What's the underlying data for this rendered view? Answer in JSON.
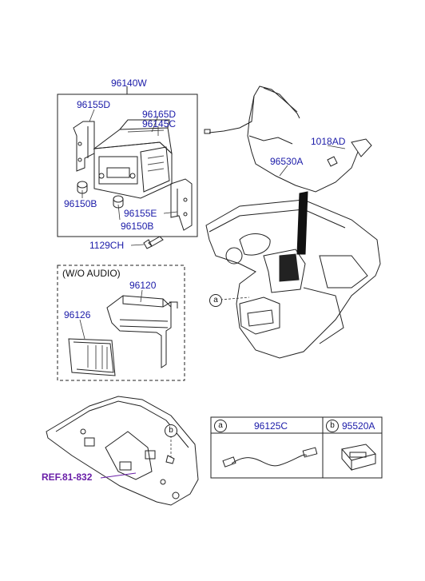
{
  "parts": {
    "head_unit_assembly": "96140W",
    "bracket_left": "96155D",
    "knob_top": "96165D",
    "knob_bottom": "96145C",
    "screw_top": "96150B",
    "screw_bottom": "96150B",
    "bracket_right": "96155E",
    "bolt": "1129CH",
    "wo_audio_title": "(W/O AUDIO)",
    "wo_audio_bracket": "96120",
    "wo_audio_cover": "96126",
    "antenna_cable": "96530A",
    "antenna_clip": "1018AD",
    "reference": "REF.81-832"
  },
  "legend": {
    "a_marker": "a",
    "a_part": "96125C",
    "b_marker": "b",
    "b_part": "95520A"
  },
  "callouts": {
    "dash_marker": "a",
    "console_marker": "b"
  }
}
